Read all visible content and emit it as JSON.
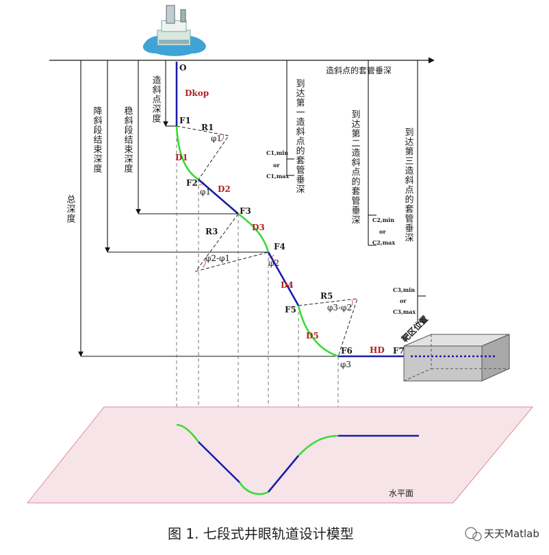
{
  "labels": {
    "origin": "O",
    "points": [
      "F1",
      "F2",
      "F3",
      "F4",
      "F5",
      "F6",
      "F7"
    ],
    "segments": [
      "Dkop",
      "D1",
      "D2",
      "D3",
      "D4",
      "D5",
      "HD"
    ],
    "radii": [
      "R1",
      "R3",
      "R5"
    ],
    "angles": [
      "φ1",
      "φ1",
      "φ2-φ1",
      "φ2",
      "φ3-φ2",
      "φ3"
    ],
    "casing": [
      {
        "min": "C1,min",
        "or": "or",
        "max": "C1,max"
      },
      {
        "min": "C2,min",
        "or": "or",
        "max": "C2,max"
      },
      {
        "min": "C3,min",
        "or": "or",
        "max": "C3,max"
      }
    ]
  },
  "axis_labels": {
    "top_axis": "造斜点的套管垂深",
    "total_depth": "总深度",
    "drop_end_depth": "降斜段结束深度",
    "hold_end_depth": "稳斜段结束深度",
    "kickoff_depth": "造斜点深度",
    "to_first_kickoff": "到达第一造斜点的套管垂深",
    "to_second_kickoff": "到达第二造斜点的套管垂深",
    "to_third_kickoff": "到达第三造斜点的套管垂深",
    "target": "靶区位置",
    "plane": "水平面"
  },
  "colors": {
    "hold_segment": "#1a1aa8",
    "build_segment": "#33dd33",
    "plane_fill": "#f6e4e8",
    "plane_stroke": "#e08a9a",
    "target_front": "#c8c8c8",
    "target_top": "#e2e2e2",
    "target_side": "#a9a9a9"
  },
  "caption": "图 1.  七段式井眼轨道设计模型",
  "watermark": "天天Matlab"
}
